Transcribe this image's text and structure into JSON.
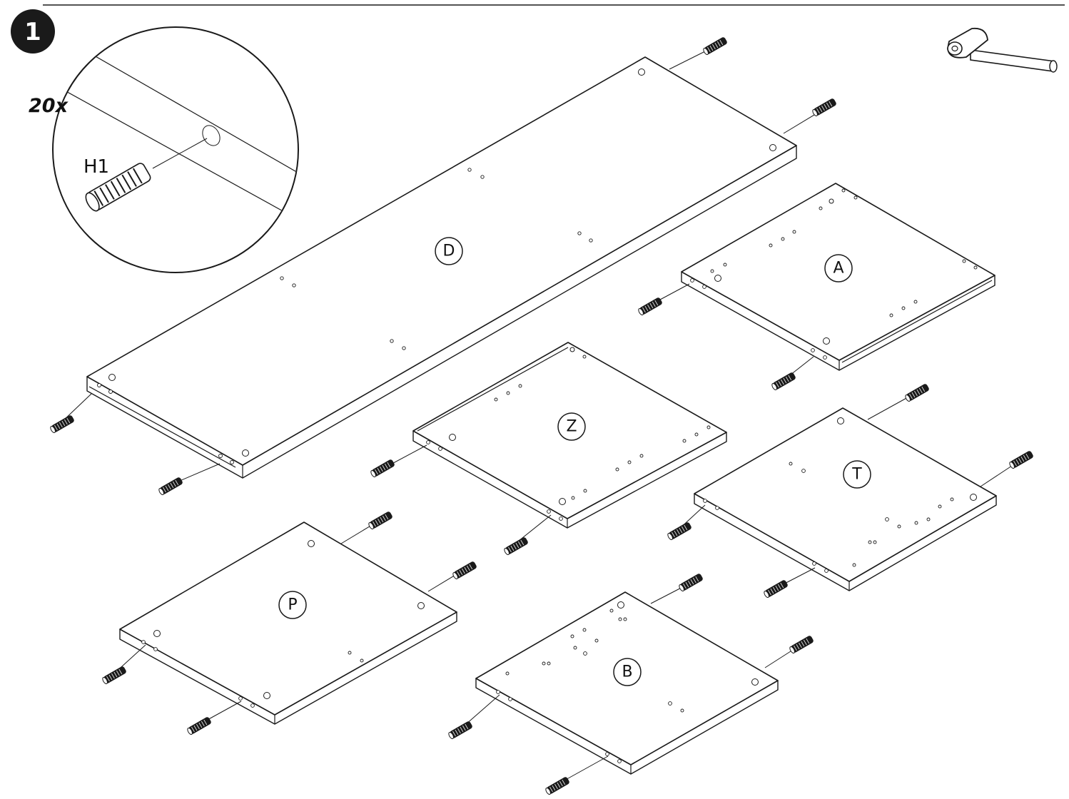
{
  "step": {
    "number": "1"
  },
  "callout": {
    "count": "20x",
    "part_code": "H1"
  },
  "tool": {
    "icon": "mallet-icon"
  },
  "panels": [
    {
      "label": "D"
    },
    {
      "label": "A"
    },
    {
      "label": "Z"
    },
    {
      "label": "T"
    },
    {
      "label": "P"
    },
    {
      "label": "B"
    }
  ],
  "colors": {
    "line": "#1a1a1a",
    "background": "#ffffff",
    "badge": "#1a1a1a"
  }
}
